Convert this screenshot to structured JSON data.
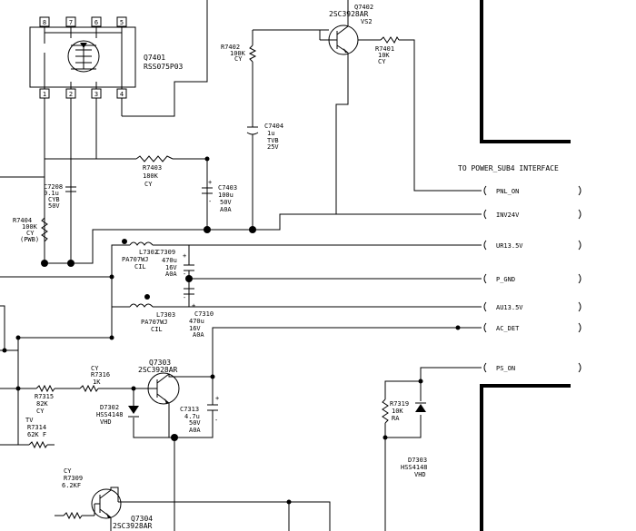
{
  "ic": {
    "ref": "Q7401",
    "part": "RSS075P03",
    "pins_top": [
      "8",
      "7",
      "6",
      "5"
    ],
    "pins_bottom": [
      "1",
      "2",
      "3",
      "4"
    ]
  },
  "q7402": {
    "ref": "Q7402",
    "part": "2SC3928AR",
    "note": "VS2"
  },
  "q7303": {
    "ref": "Q7303",
    "part": "2SC3928AR"
  },
  "q7304": {
    "ref": "Q7304",
    "part": "2SC3928AR"
  },
  "r7402": {
    "ref": "R7402",
    "value": "100K",
    "tol": "CY"
  },
  "r7401": {
    "ref": "R7401",
    "value": "10K",
    "tol": "CY"
  },
  "c7404": {
    "ref": "C7404",
    "value": "1u",
    "type": "TVB",
    "volt": "25V"
  },
  "r7403": {
    "ref": "R7403",
    "value": "180K",
    "tol": "CY"
  },
  "c7208": {
    "ref": "C7208",
    "value": "0.1u",
    "type": "CYB",
    "volt": "50V"
  },
  "c7403": {
    "ref": "C7403",
    "value": "100u",
    "volt": "50V",
    "type": "A0A"
  },
  "r7404": {
    "ref": "R7404",
    "value": "100K",
    "tol": "CY",
    "note": "(PWB)"
  },
  "l7302": {
    "ref": "L7302",
    "part": "PA707WJ",
    "type": "CIL"
  },
  "c7309": {
    "ref": "C7309",
    "value": "470u",
    "volt": "16V",
    "type": "A0A"
  },
  "l7303": {
    "ref": "L7303",
    "part": "PA707WJ",
    "type": "CIL"
  },
  "c7310": {
    "ref": "C7310",
    "value": "470u",
    "volt": "16V",
    "type": "A0A"
  },
  "r7316": {
    "tol": "CY",
    "ref": "R7316",
    "value": "1K"
  },
  "r7315": {
    "ref": "R7315",
    "value": "82K",
    "tol": "CY"
  },
  "r7314": {
    "tv": "TV",
    "ref": "R7314",
    "value": "62K F"
  },
  "d7302": {
    "ref": "D7302",
    "part": "HSS4148",
    "type": "VHD"
  },
  "c7313": {
    "ref": "C7313",
    "value": "4.7u",
    "volt": "50V",
    "type": "A0A"
  },
  "r7319": {
    "ref": "R7319",
    "value": "10K",
    "type": "RA"
  },
  "d7303": {
    "ref": "D7303",
    "part": "HSS4148",
    "type": "VHD"
  },
  "r7309": {
    "tol": "CY",
    "ref": "R7309",
    "value": "6.2KF"
  },
  "iface": {
    "title": "TO POWER_SUB4 INTERFACE",
    "signals": [
      "PNL_ON",
      "INV24V",
      "UR13.5V",
      "P_GND",
      "AU13.5V",
      "AC_DET",
      "PS_ON"
    ]
  },
  "polarity": {
    "plus": "+",
    "minus": "-"
  }
}
